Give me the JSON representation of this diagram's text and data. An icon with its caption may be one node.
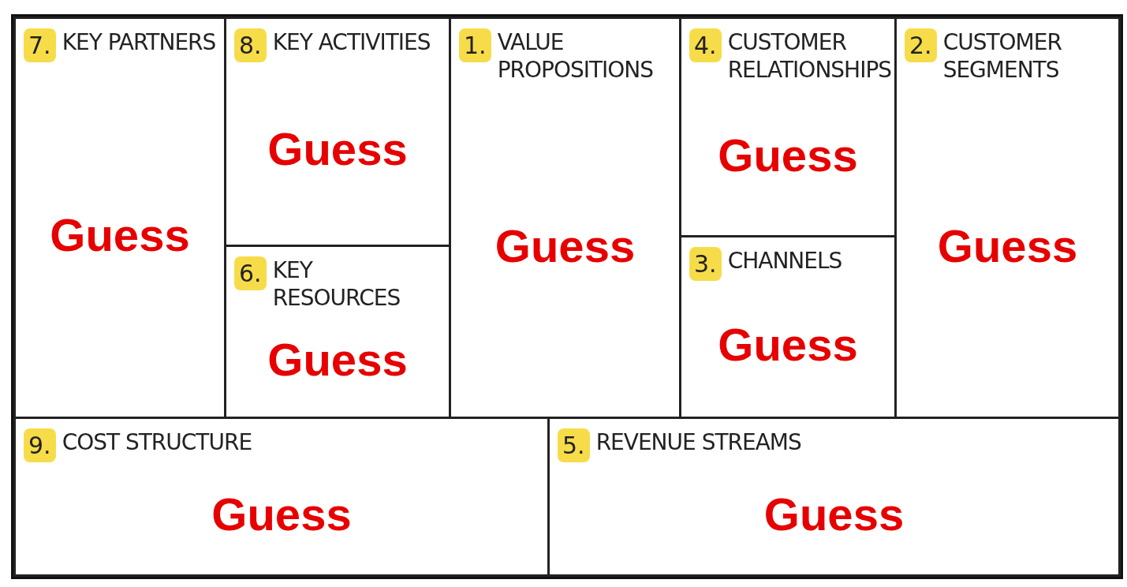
{
  "diagram": {
    "nodes": [
      {
        "text": [
          "7.",
          "KEY PARTNERS",
          "Guess"
        ]
      },
      {
        "text": [
          "8.",
          "KEY ACTIVITIES",
          "Guess"
        ]
      },
      {
        "text": [
          "6.",
          "KEY RESOURCES",
          "Guess"
        ]
      },
      {
        "text": [
          "1.",
          "VALUE PROPOSITIONS",
          "Guess"
        ]
      },
      {
        "text": [
          "4.",
          "CUSTOMER RELATIONSHIPS",
          "Guess"
        ]
      },
      {
        "text": [
          "3.",
          "CHANNELS",
          "Guess"
        ]
      },
      {
        "text": [
          "2.",
          "CUSTOMER SEGMENTS",
          "Guess"
        ]
      },
      {
        "text": [
          "9.",
          "COST STRUCTURE",
          "Guess"
        ]
      },
      {
        "text": [
          "5.",
          "REVENUE STREAMS",
          "Guess"
        ]
      }
    ]
  }
}
